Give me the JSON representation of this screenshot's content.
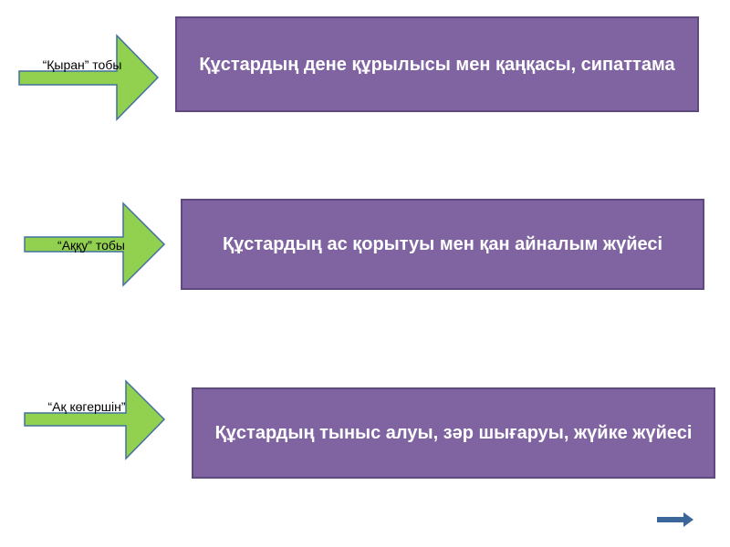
{
  "rows": [
    {
      "label": "“Қыран” тобы",
      "text": "Құстардың дене құрылысы  мен қаңқасы, сипаттама"
    },
    {
      "label": "“Аққу” тобы",
      "text": "Құстардың ас қорытуы мен қан айналым жүйесі"
    },
    {
      "label": "“Ақ көгершін”",
      "text": "Құстардың тыныс алуы, зәр шығаруы, жүйке жүйесі"
    }
  ],
  "colors": {
    "box": "#8064A2",
    "arrow": "#92D050",
    "arrow_border": "#41719C",
    "nav": "#3A6699"
  },
  "nav": {
    "icon": "next-arrow-icon"
  }
}
